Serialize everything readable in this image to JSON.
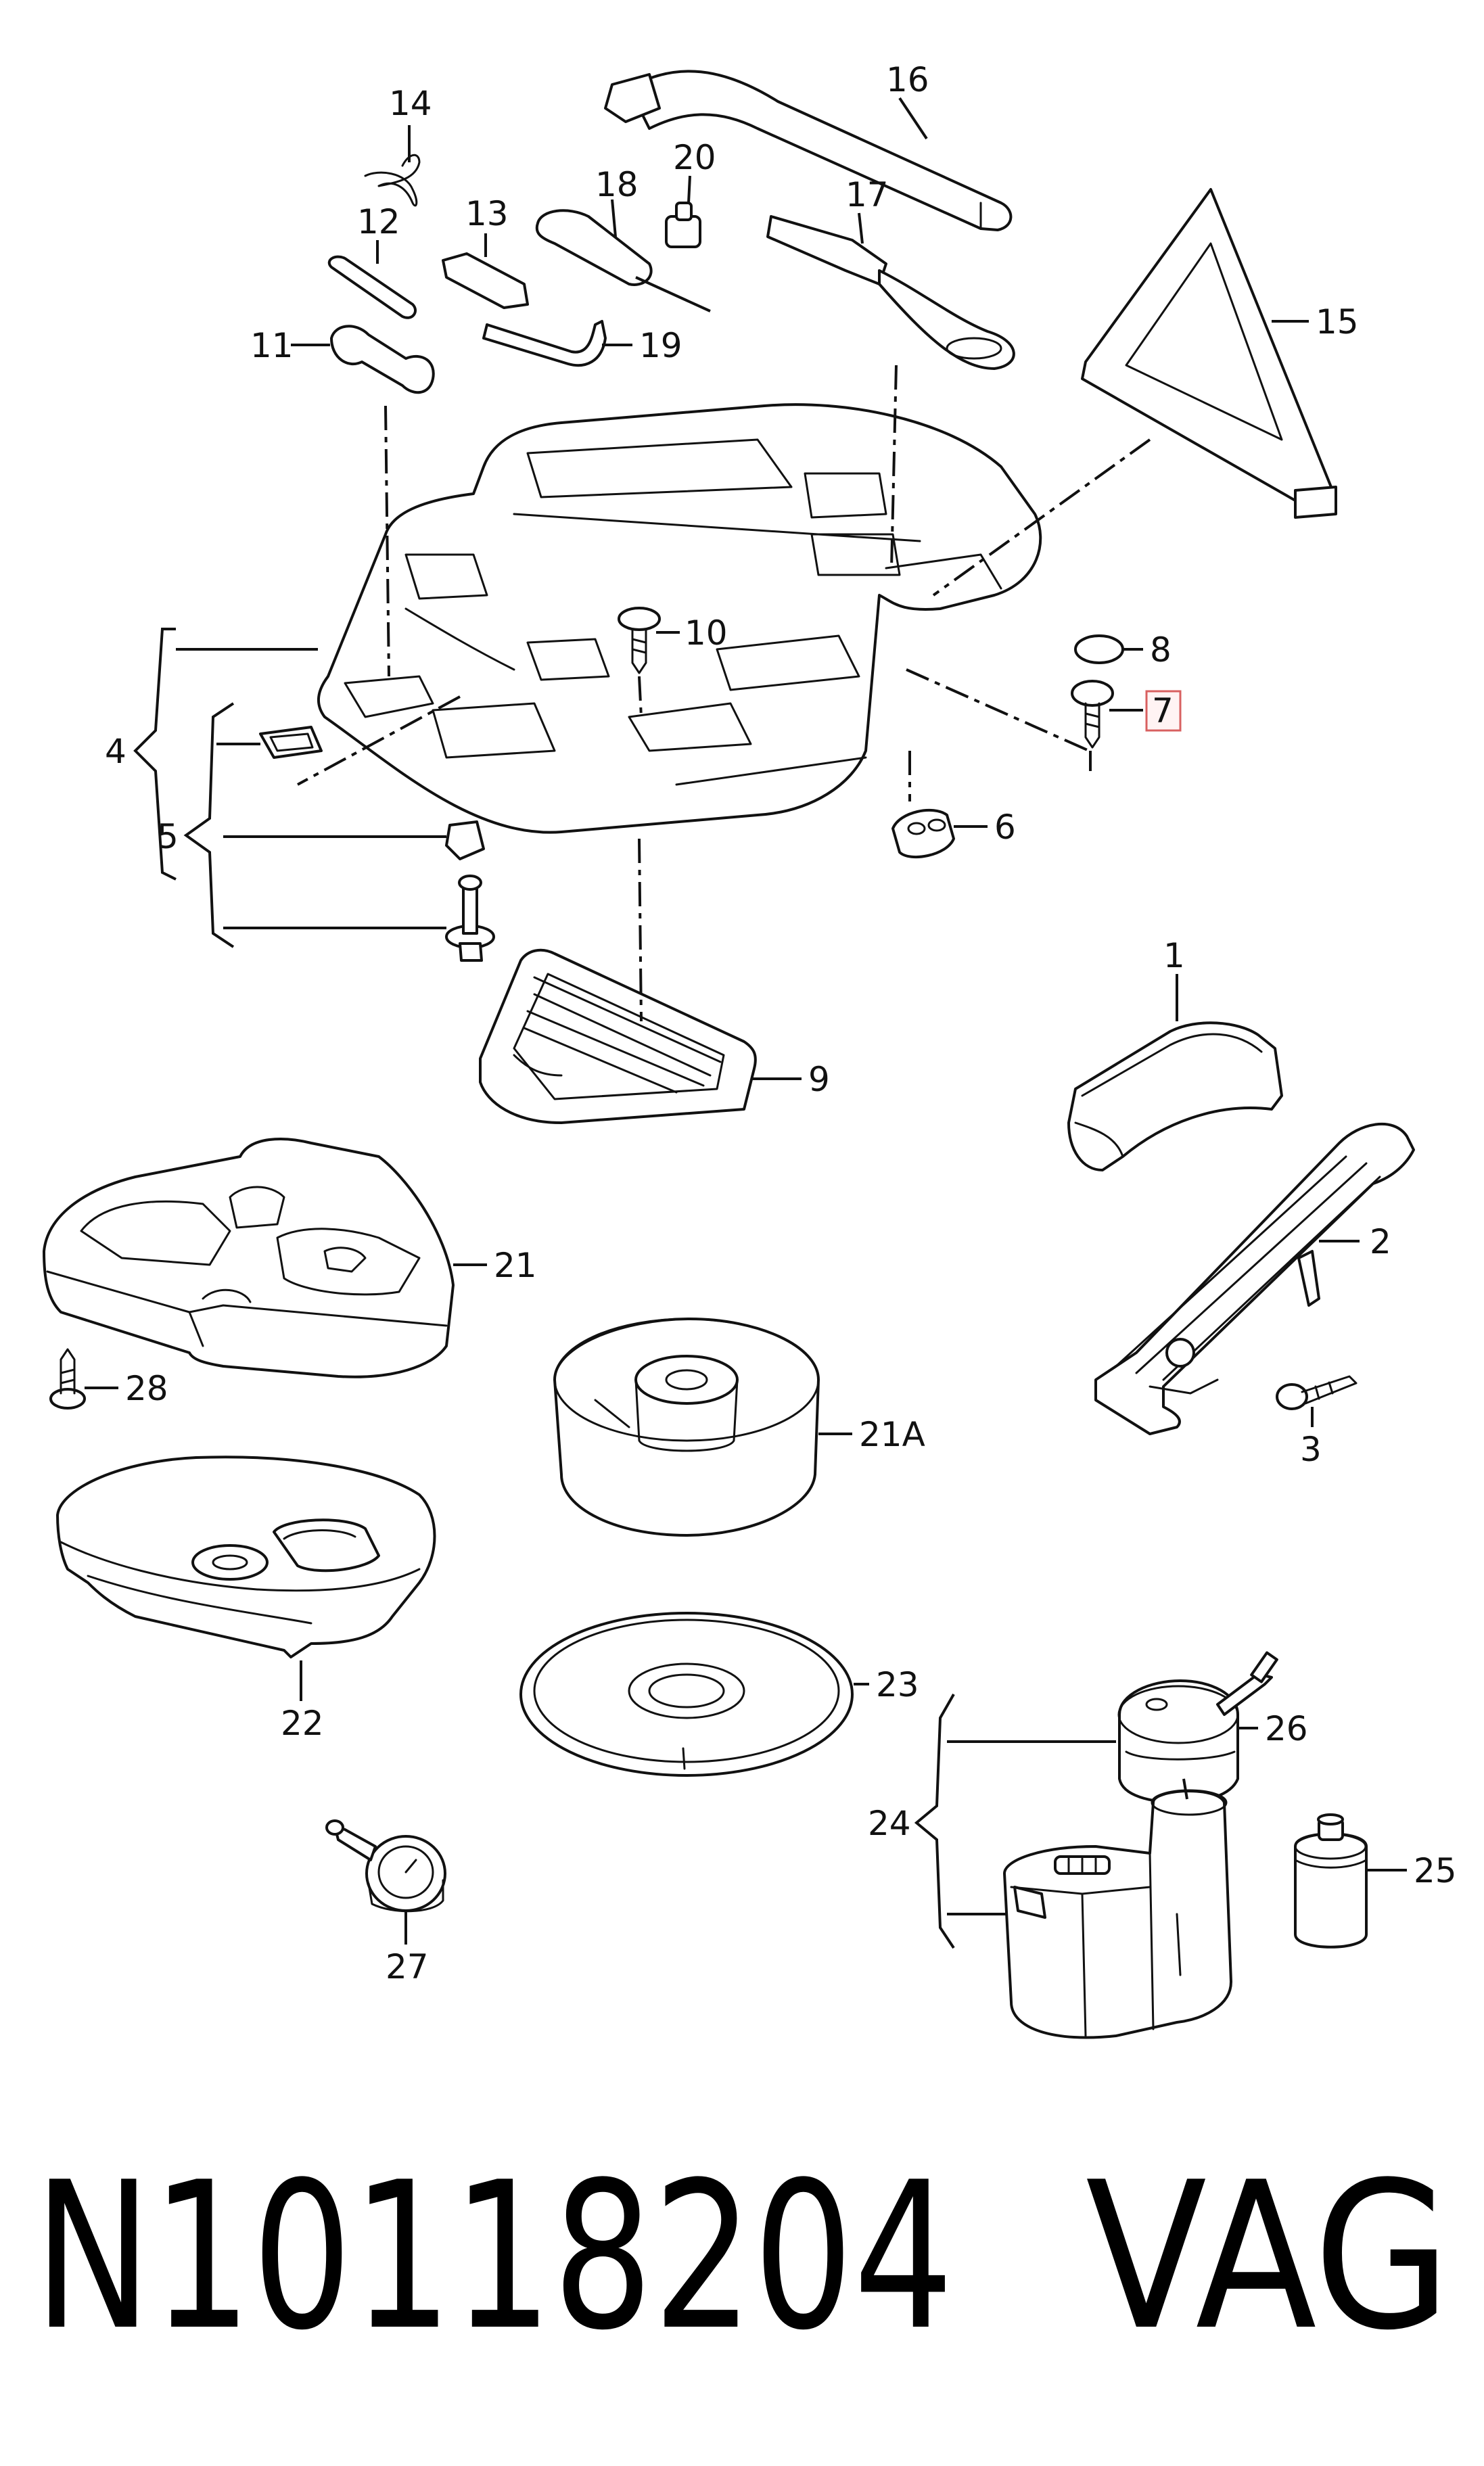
{
  "callouts": {
    "c1": "1",
    "c2": "2",
    "c3": "3",
    "c4": "4",
    "c5": "5",
    "c6": "6",
    "c7": "7",
    "c8": "8",
    "c9": "9",
    "c10": "10",
    "c11": "11",
    "c12": "12",
    "c13": "13",
    "c14": "14",
    "c15": "15",
    "c16": "16",
    "c17": "17",
    "c18": "18",
    "c19": "19",
    "c20": "20",
    "c21": "21",
    "c21a": "21A",
    "c22": "22",
    "c23": "23",
    "c24": "24",
    "c25": "25",
    "c26": "26",
    "c27": "27",
    "c28": "28"
  },
  "highlighted_callout": "7",
  "part_number": "N10118204",
  "brand": "VAG"
}
